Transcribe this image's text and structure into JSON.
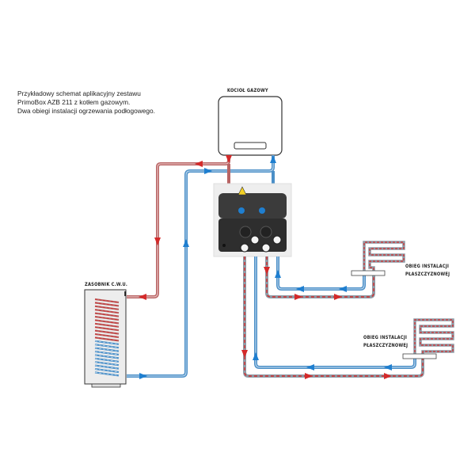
{
  "description": {
    "lines": [
      "Przykładowy schemat aplikacyjny zestawu",
      "PrimoBox AZB 211 z kotłem gazowym.",
      "Dwa obiegi instalacji ogrzewania podłogowego."
    ]
  },
  "labels": {
    "boiler": "KOCIOŁ GAZOWY",
    "tank": "ZASOBNIK C.W.U.",
    "circuit_1": [
      "OBIEG INSTALACJI",
      "PŁASZCZYZNOWEJ"
    ],
    "circuit_2": [
      "OBIEG INSTALACJI",
      "PŁASZCZYZNOWEJ"
    ]
  },
  "components": {
    "boiler": "gas-boiler",
    "module": "PrimoBox AZB 211",
    "tank": "dhw-tank",
    "circuits": [
      "underfloor-circuit-1",
      "underfloor-circuit-2"
    ]
  },
  "colors": {
    "supply": "#d42a2a",
    "supply_pipe": "#b86464",
    "return": "#1f7fd0",
    "return_pipe": "#4b8fc7",
    "mixed_outline": "#8aa0b4"
  }
}
